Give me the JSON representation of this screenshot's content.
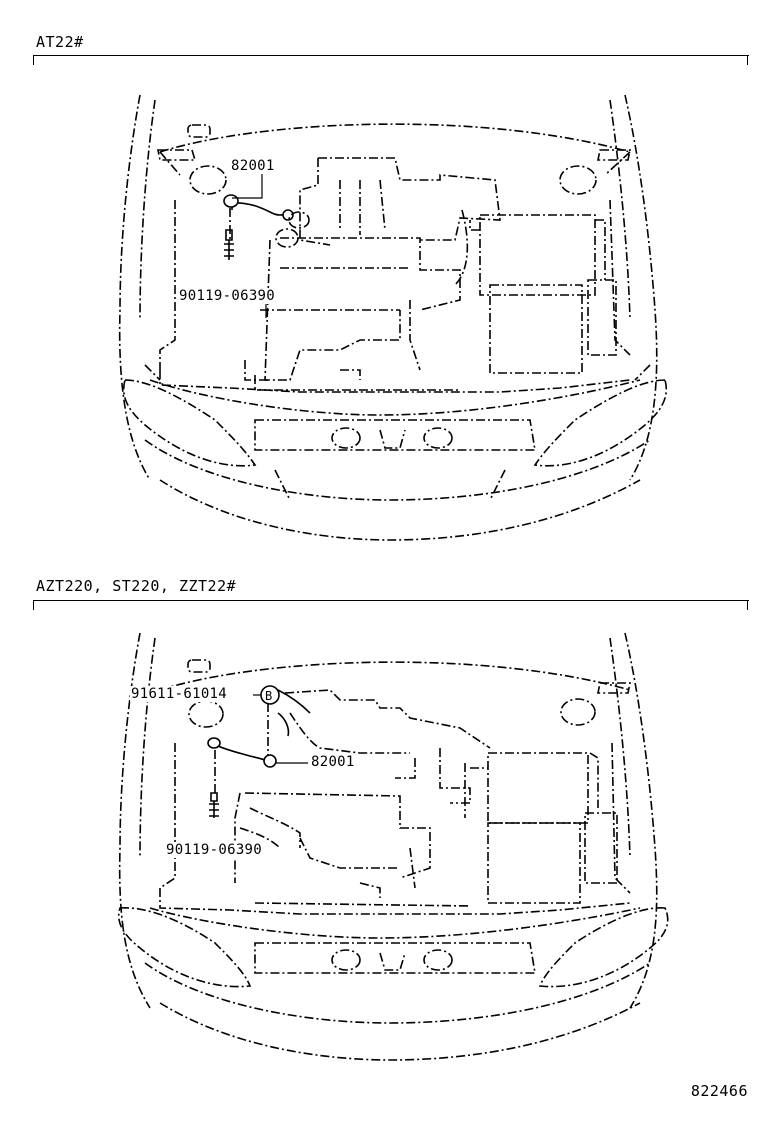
{
  "sections": [
    {
      "title": "AT22#",
      "labels": {
        "wire": "82001",
        "bolt": "90119-06390"
      }
    },
    {
      "title": "AZT220, ST220, ZZT22#",
      "labels": {
        "clamp": "91611-61014",
        "wire": "82001",
        "bolt": "90119-06390",
        "ref_marker": "B"
      }
    }
  ],
  "sheet_id": "822466"
}
